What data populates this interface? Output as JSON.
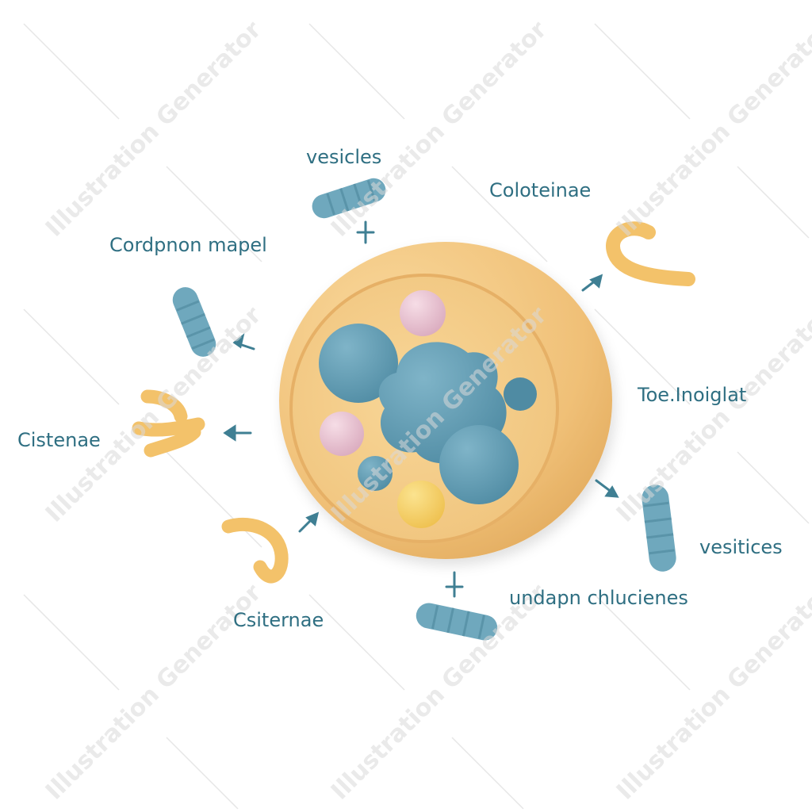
{
  "labels": {
    "vesicles_top": "vesicles",
    "coloteinae": "Coloteinae",
    "cordpnon_mapel": "Cordpnon mapel",
    "toe_inoiglat": "Toe.Inoiglat",
    "cistenae": "Cistenae",
    "vesitices": "vesitices",
    "undapn_chucienes": "undapn chlucienes",
    "csiternae": "Csiternae"
  },
  "watermark": "Illustration Generator",
  "colors": {
    "label_text": "#2f6f82",
    "cell_wall": "#f3c77f",
    "cell_inner": "#f7d08e",
    "organelle_blue": "#5e9cb4",
    "organelle_pink": "#e9c3d3",
    "organelle_yellow": "#f6d36a",
    "vesicle_blue": "#6fa8bd",
    "cisterna_yellow": "#f3c26a",
    "arrow": "#3f7f93"
  }
}
